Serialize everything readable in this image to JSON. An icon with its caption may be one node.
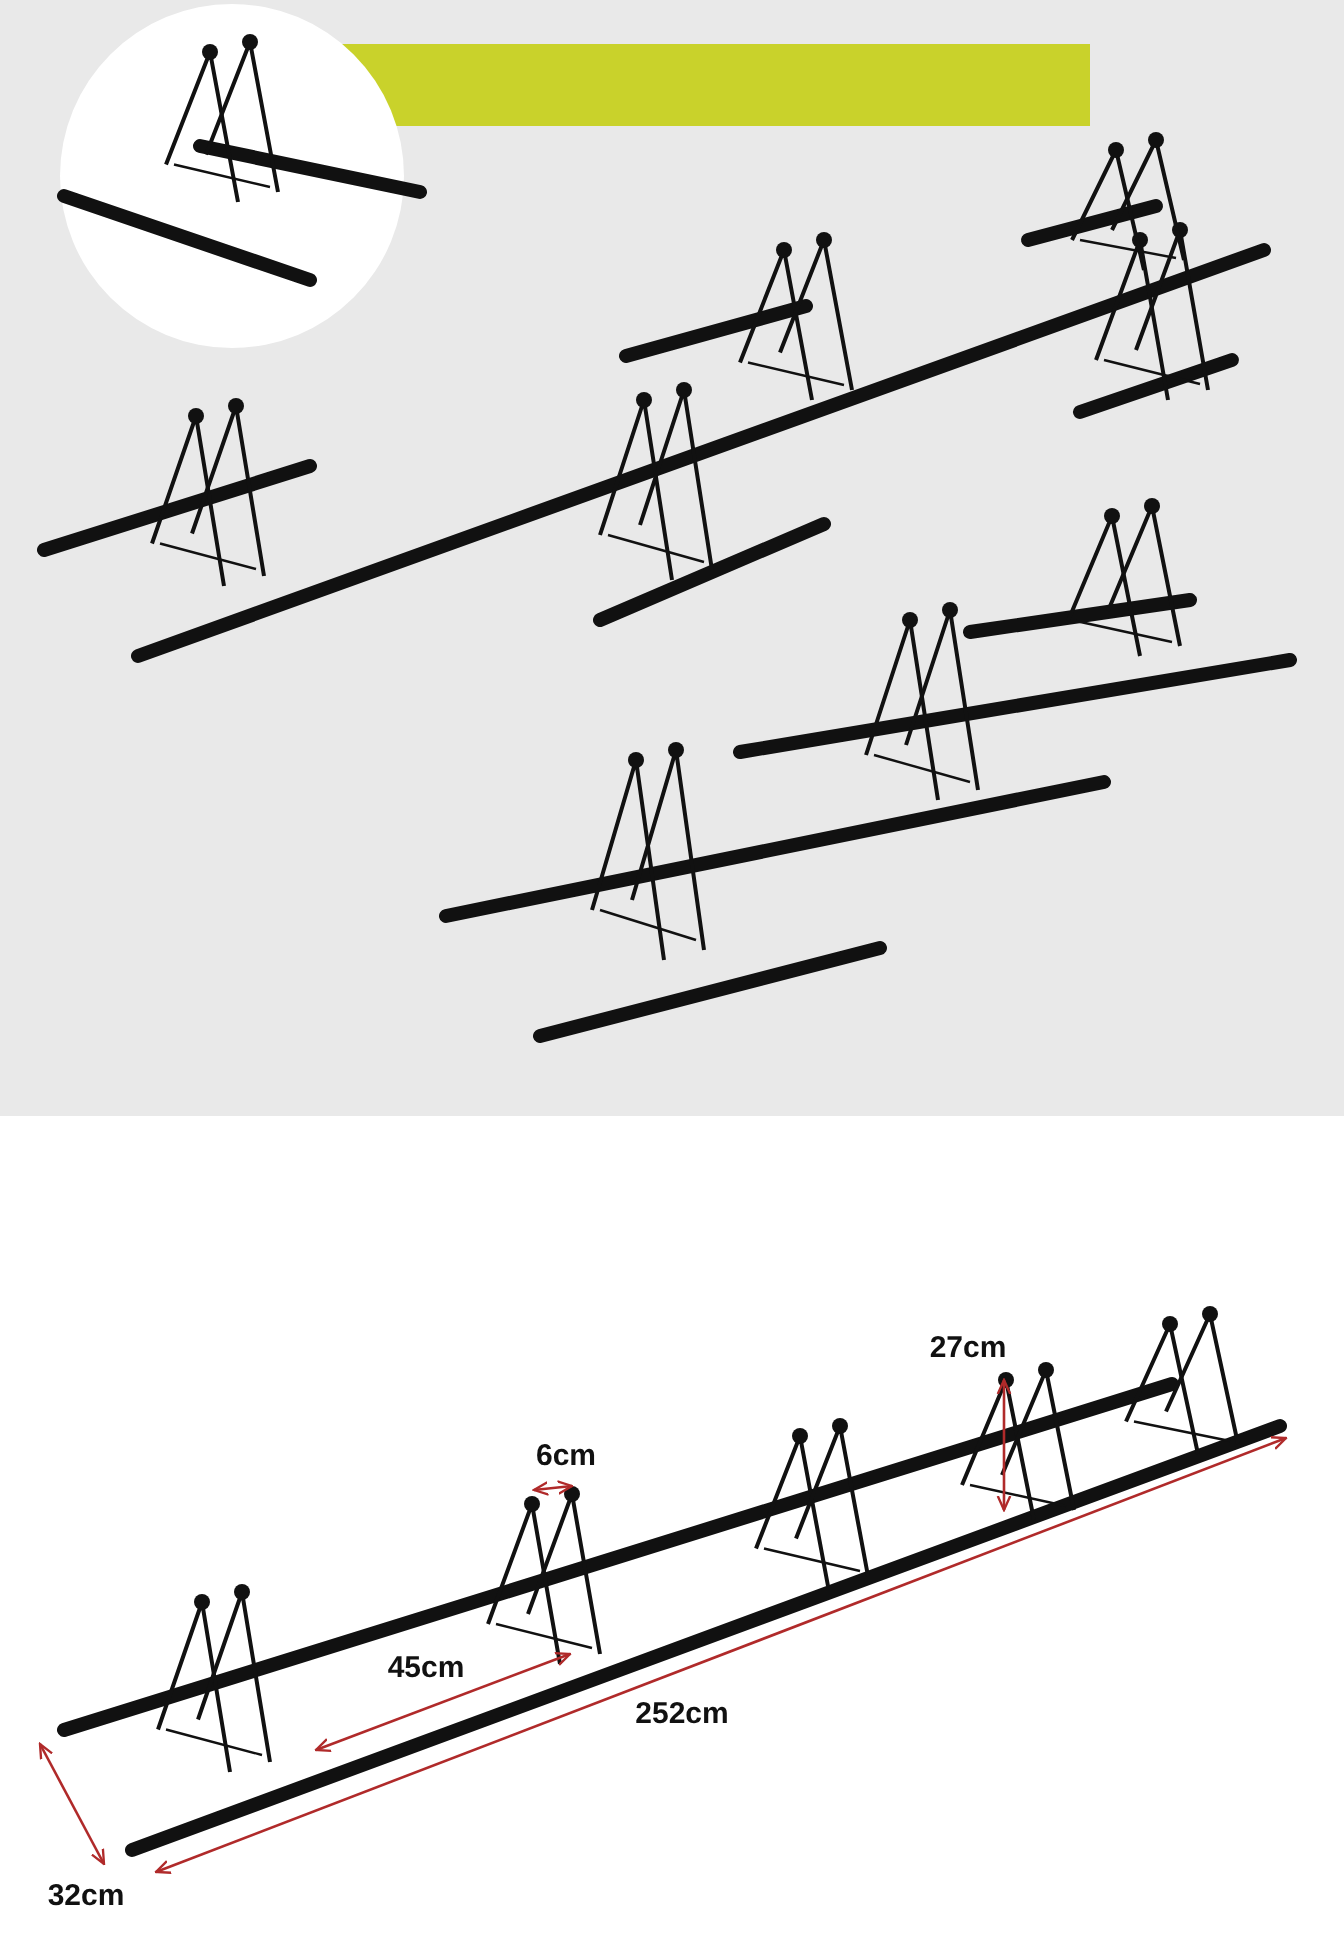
{
  "diagram": {
    "labels": [
      "27cm",
      "6cm",
      "45cm",
      "252cm",
      "32cm"
    ]
  }
}
